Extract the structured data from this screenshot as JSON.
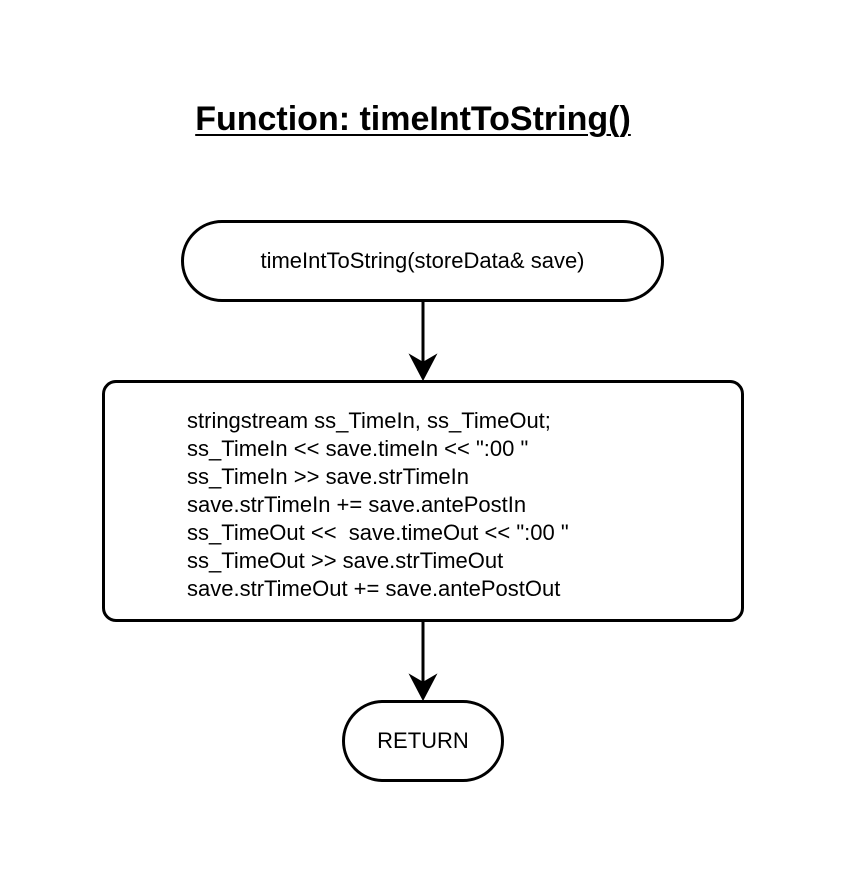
{
  "diagram": {
    "title": "Function: timeIntToString()",
    "start_label": "timeIntToString(storeData& save)",
    "process_lines": [
      "stringstream ss_TimeIn, ss_TimeOut;",
      "ss_TimeIn << save.timeIn << \":00 \"",
      "ss_TimeIn >> save.strTimeIn",
      "save.strTimeIn += save.antePostIn",
      "ss_TimeOut <<  save.timeOut << \":00 \"",
      "ss_TimeOut >> save.strTimeOut",
      "save.strTimeOut += save.antePostOut"
    ],
    "end_label": "RETURN"
  }
}
